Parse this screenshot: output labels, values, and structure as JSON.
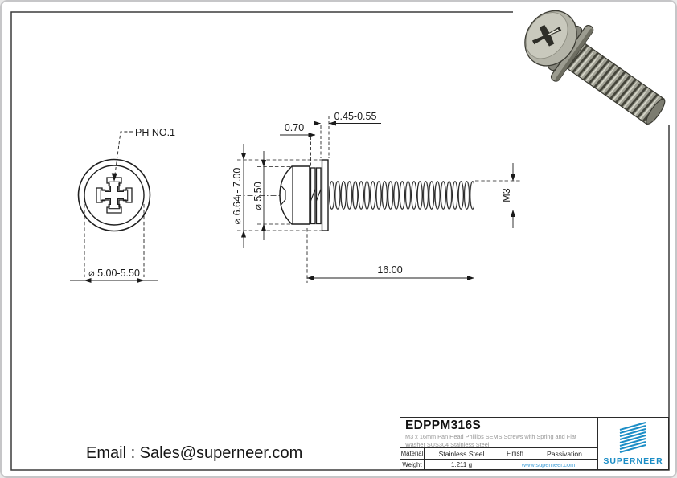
{
  "front_view": {
    "ph_label": "PH NO.1",
    "head_diameter": "⌀ 5.00-5.50"
  },
  "side_view": {
    "washer_od": "⌀ 6.64 - 7.00",
    "head_od": "⌀ 5.50",
    "spring_washer_thickness": "0.70",
    "flat_washer_thickness": "0.45-0.55",
    "thread_length": "16.00",
    "thread_spec": "M3"
  },
  "title_block": {
    "part_number": "EDPPM316S",
    "description": "M3 x 16mm Pan Head Phillips SEMS Screws with Spring and Flat Washer SUS304 Stainless Steel",
    "material_label": "Material",
    "material_value": "Stainless Steel",
    "finish_label": "Finish",
    "finish_value": "Passivation",
    "weight_label": "Weight",
    "weight_value": "1.211 g",
    "website": "www.superneer.com",
    "brand": "SUPERNEER"
  },
  "footer": {
    "email": "Email : Sales@superneer.com"
  },
  "colors": {
    "brand_blue": "#1b8dc6",
    "link_blue": "#3f9fd8",
    "line_dark": "#1a1a1a"
  }
}
